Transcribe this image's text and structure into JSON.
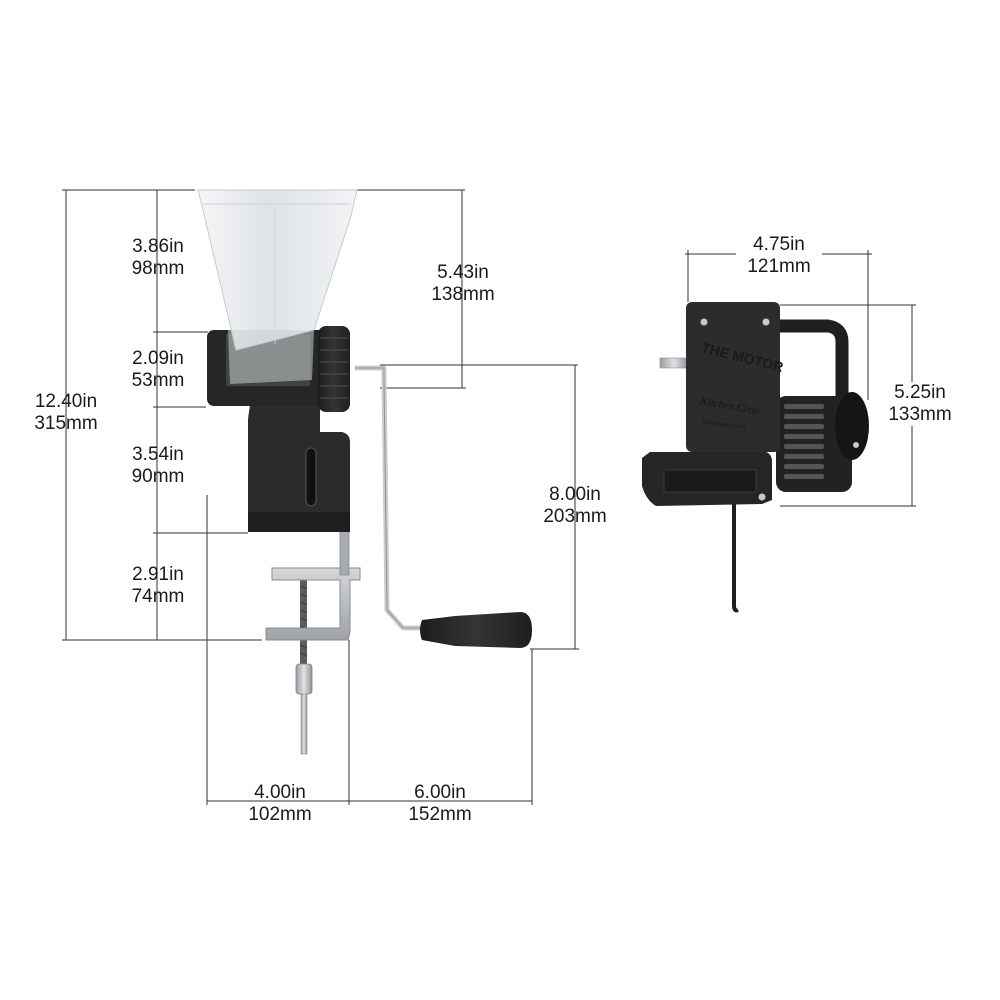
{
  "colors": {
    "body": "#2a2a2a",
    "metal": "#b9bcbf",
    "hopper": "#e6e9ea",
    "dimension_line": "#333333",
    "background": "#ffffff"
  },
  "dimensions": {
    "overall_height": {
      "in": "12.40in",
      "mm": "315mm"
    },
    "hopper_height": {
      "in": "3.86in",
      "mm": "98mm"
    },
    "head_height": {
      "in": "2.09in",
      "mm": "53mm"
    },
    "body_height": {
      "in": "3.54in",
      "mm": "90mm"
    },
    "clamp_height": {
      "in": "2.91in",
      "mm": "74mm"
    },
    "hopper_to_crank": {
      "in": "5.43in",
      "mm": "138mm"
    },
    "crank_height": {
      "in": "8.00in",
      "mm": "203mm"
    },
    "base_width": {
      "in": "4.00in",
      "mm": "102mm"
    },
    "crank_reach": {
      "in": "6.00in",
      "mm": "152mm"
    },
    "motor_width": {
      "in": "4.75in",
      "mm": "121mm"
    },
    "motor_height": {
      "in": "5.25in",
      "mm": "133mm"
    }
  },
  "motor_label": {
    "title": "THE MOTOR",
    "brand": "Kitchen Crop",
    "url": "VKPbrands.com"
  }
}
